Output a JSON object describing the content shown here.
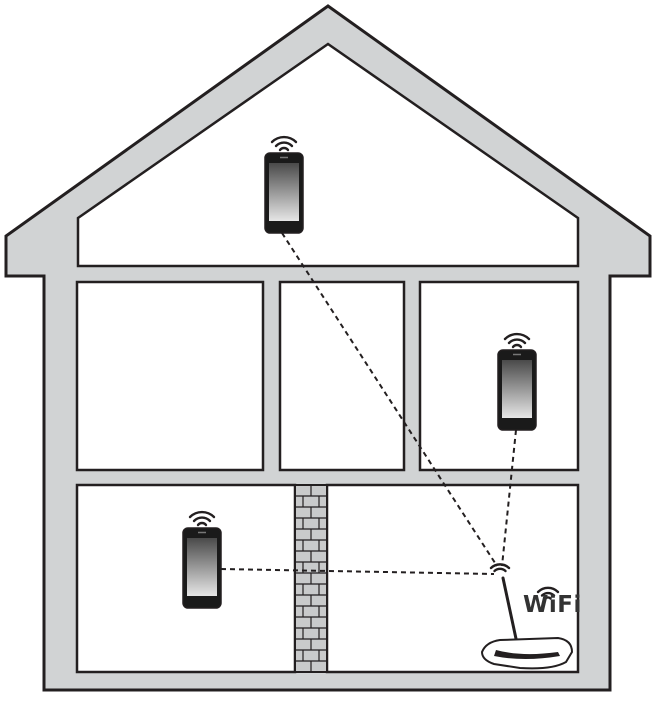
{
  "wifi_label": "WiFi",
  "icons": {
    "house": "house-cross-section",
    "phone": "smartphone-icon",
    "signal": "wifi-signal-icon",
    "router": "wireless-router-icon",
    "wall": "brick-wall"
  },
  "colors": {
    "outline": "#231f20",
    "wall_fill": "#d1d3d4",
    "room_fill": "#ffffff",
    "brick_fill": "#c9cacb",
    "phone_screen_top": "#4a4a4a",
    "phone_screen_bottom": "#e6e6e6",
    "signal_line": "#231f20"
  },
  "devices": [
    "attic-phone",
    "right-room-phone",
    "left-room-phone"
  ]
}
